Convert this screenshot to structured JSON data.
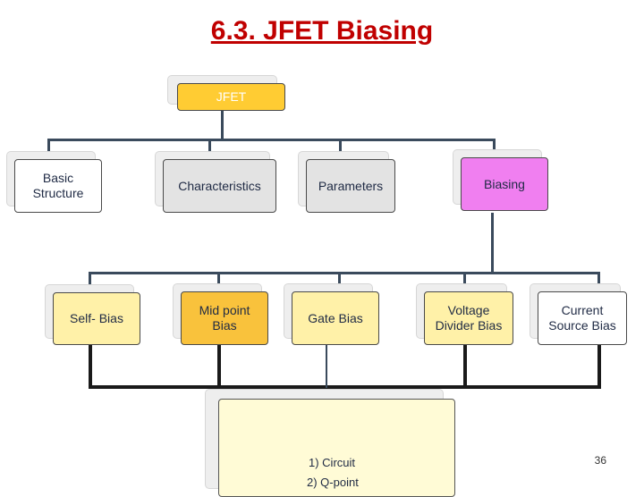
{
  "title": "6.3. JFET Biasing",
  "root": {
    "label": "JFET"
  },
  "level1": [
    {
      "label": "Basic Structure"
    },
    {
      "label": "Characteristics"
    },
    {
      "label": "Parameters"
    },
    {
      "label": "Biasing"
    }
  ],
  "level2": [
    {
      "label": "Self- Bias"
    },
    {
      "label": "Mid point Bias"
    },
    {
      "label": "Gate Bias"
    },
    {
      "label": "Voltage Divider Bias"
    },
    {
      "label": "Current Source Bias"
    }
  ],
  "note": {
    "line1": "1) Circuit",
    "line2": "2) Q-point"
  },
  "page_number": "36",
  "colors": {
    "title": "#c00000",
    "root": "#ffcc33",
    "biasing": "#f07ff0",
    "note": "#fffbd6"
  }
}
